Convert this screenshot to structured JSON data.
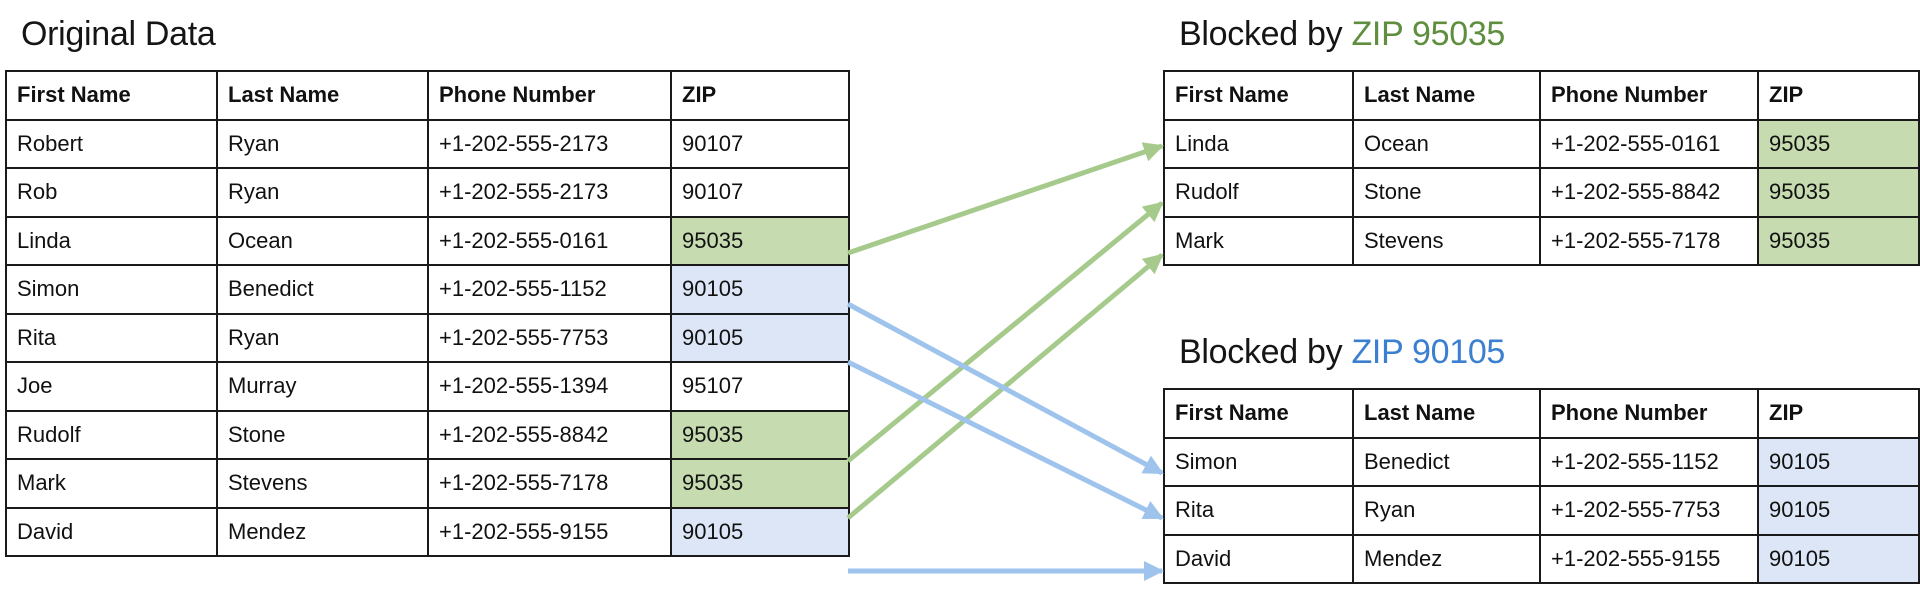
{
  "original": {
    "title": "Original Data",
    "headers": [
      "First Name",
      "Last Name",
      "Phone Number",
      "ZIP"
    ],
    "rows": [
      {
        "first": "Robert",
        "last": "Ryan",
        "phone": "+1-202-555-2173",
        "zip": "90107",
        "highlight": "none"
      },
      {
        "first": "Rob",
        "last": "Ryan",
        "phone": "+1-202-555-2173",
        "zip": "90107",
        "highlight": "none"
      },
      {
        "first": "Linda",
        "last": "Ocean",
        "phone": "+1-202-555-0161",
        "zip": "95035",
        "highlight": "green"
      },
      {
        "first": "Simon",
        "last": "Benedict",
        "phone": "+1-202-555-1152",
        "zip": "90105",
        "highlight": "blue"
      },
      {
        "first": "Rita",
        "last": "Ryan",
        "phone": "+1-202-555-7753",
        "zip": "90105",
        "highlight": "blue"
      },
      {
        "first": "Joe",
        "last": "Murray",
        "phone": "+1-202-555-1394",
        "zip": "95107",
        "highlight": "none"
      },
      {
        "first": "Rudolf",
        "last": "Stone",
        "phone": "+1-202-555-8842",
        "zip": "95035",
        "highlight": "green"
      },
      {
        "first": "Mark",
        "last": "Stevens",
        "phone": "+1-202-555-7178",
        "zip": "95035",
        "highlight": "green"
      },
      {
        "first": "David",
        "last": "Mendez",
        "phone": "+1-202-555-9155",
        "zip": "90105",
        "highlight": "blue"
      }
    ]
  },
  "block_95035": {
    "title_prefix": "Blocked by ",
    "title_key": "ZIP 95035",
    "key_color": "#5f8e3e",
    "headers": [
      "First Name",
      "Last Name",
      "Phone Number",
      "ZIP"
    ],
    "rows": [
      {
        "first": "Linda",
        "last": "Ocean",
        "phone": "+1-202-555-0161",
        "zip": "95035"
      },
      {
        "first": "Rudolf",
        "last": "Stone",
        "phone": "+1-202-555-8842",
        "zip": "95035"
      },
      {
        "first": "Mark",
        "last": "Stevens",
        "phone": "+1-202-555-7178",
        "zip": "95035"
      }
    ]
  },
  "block_90105": {
    "title_prefix": "Blocked by ",
    "title_key": "ZIP 90105",
    "key_color": "#3b7fd0",
    "headers": [
      "First Name",
      "Last Name",
      "Phone Number",
      "ZIP"
    ],
    "rows": [
      {
        "first": "Simon",
        "last": "Benedict",
        "phone": "+1-202-555-1152",
        "zip": "90105"
      },
      {
        "first": "Rita",
        "last": "Ryan",
        "phone": "+1-202-555-7753",
        "zip": "90105"
      },
      {
        "first": "David",
        "last": "Mendez",
        "phone": "+1-202-555-9155",
        "zip": "90105"
      }
    ]
  },
  "colors": {
    "green_fill": "#c6dcb0",
    "blue_fill": "#dce6f7",
    "green_arrow": "#a6ca8c",
    "blue_arrow": "#9ec3ec",
    "border": "#1a1a1a"
  },
  "arrows": [
    {
      "from": "Linda",
      "to_block": "ZIP 95035",
      "color": "green"
    },
    {
      "from": "Rudolf",
      "to_block": "ZIP 95035",
      "color": "green"
    },
    {
      "from": "Mark",
      "to_block": "ZIP 95035",
      "color": "green"
    },
    {
      "from": "Simon",
      "to_block": "ZIP 90105",
      "color": "blue"
    },
    {
      "from": "Rita",
      "to_block": "ZIP 90105",
      "color": "blue"
    },
    {
      "from": "David",
      "to_block": "ZIP 90105",
      "color": "blue"
    }
  ]
}
